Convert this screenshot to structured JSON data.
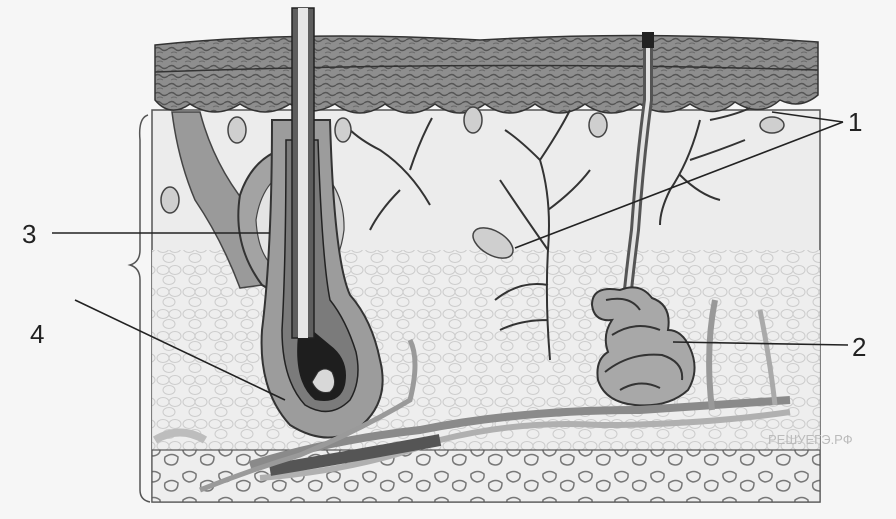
{
  "labels": [
    "1",
    "2",
    "3",
    "4"
  ],
  "watermark": "РЕШУЕГЭ.РФ"
}
